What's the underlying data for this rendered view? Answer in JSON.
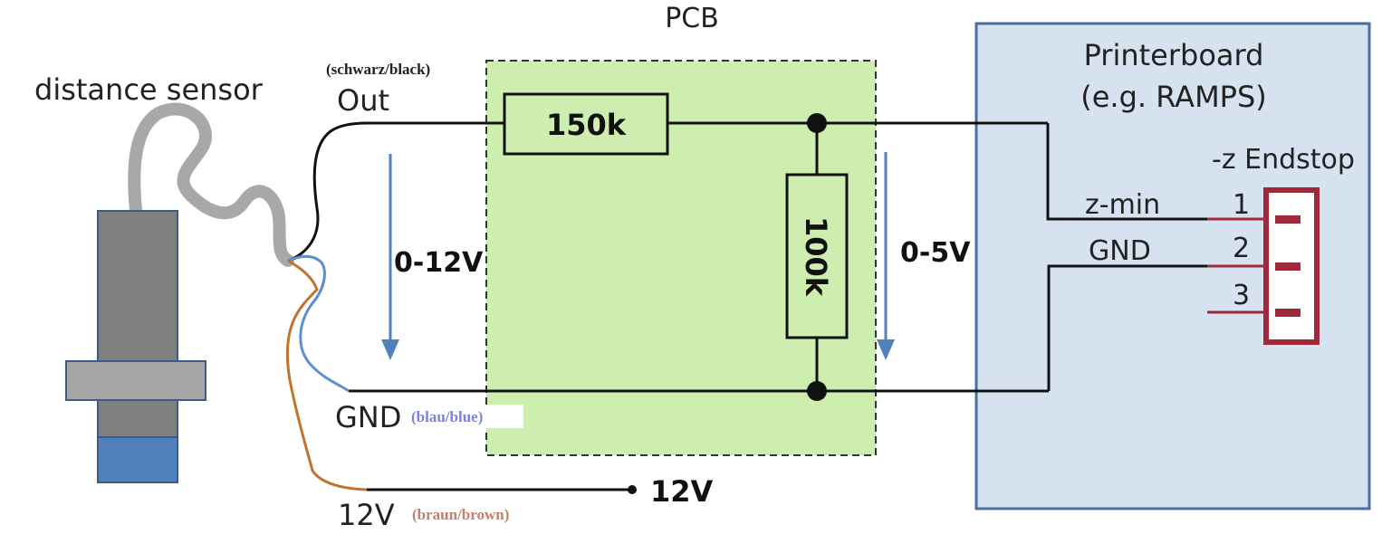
{
  "colors": {
    "pcb_fill": "#cdeeae",
    "board_fill": "#d6e2ef",
    "board_border": "#4a6f9f",
    "arrow": "#4f81bd",
    "wire_black": "#111111",
    "wire_blue": "#5b8fd0",
    "wire_brown": "#c2742e",
    "cable_gray": "#a8a8a8",
    "sensor_body": "#7f7f7f",
    "sensor_tip": "#4f81bd",
    "connector": "#a0283a",
    "label_blue": "#8080e0",
    "label_brown": "#c08070"
  },
  "sensor": {
    "title": "distance sensor"
  },
  "wires": {
    "out_label": "Out",
    "out_color_note": "(schwarz/black)",
    "gnd_label": "GND",
    "gnd_color_note": "(blau/blue)",
    "v12_label": "12V",
    "v12_color_note": "(braun/brown)",
    "v12_terminal": "12V"
  },
  "voltages": {
    "input": "0-12V",
    "output": "0-5V"
  },
  "pcb": {
    "title": "PCB",
    "r1": "150k",
    "r2": "100k"
  },
  "printerboard": {
    "title_line1": "Printerboard",
    "title_line2": "(e.g. RAMPS)",
    "endstop_title": "-z Endstop",
    "pin_zmin": "z-min",
    "pin_gnd": "GND",
    "pins": [
      "1",
      "2",
      "3"
    ]
  }
}
